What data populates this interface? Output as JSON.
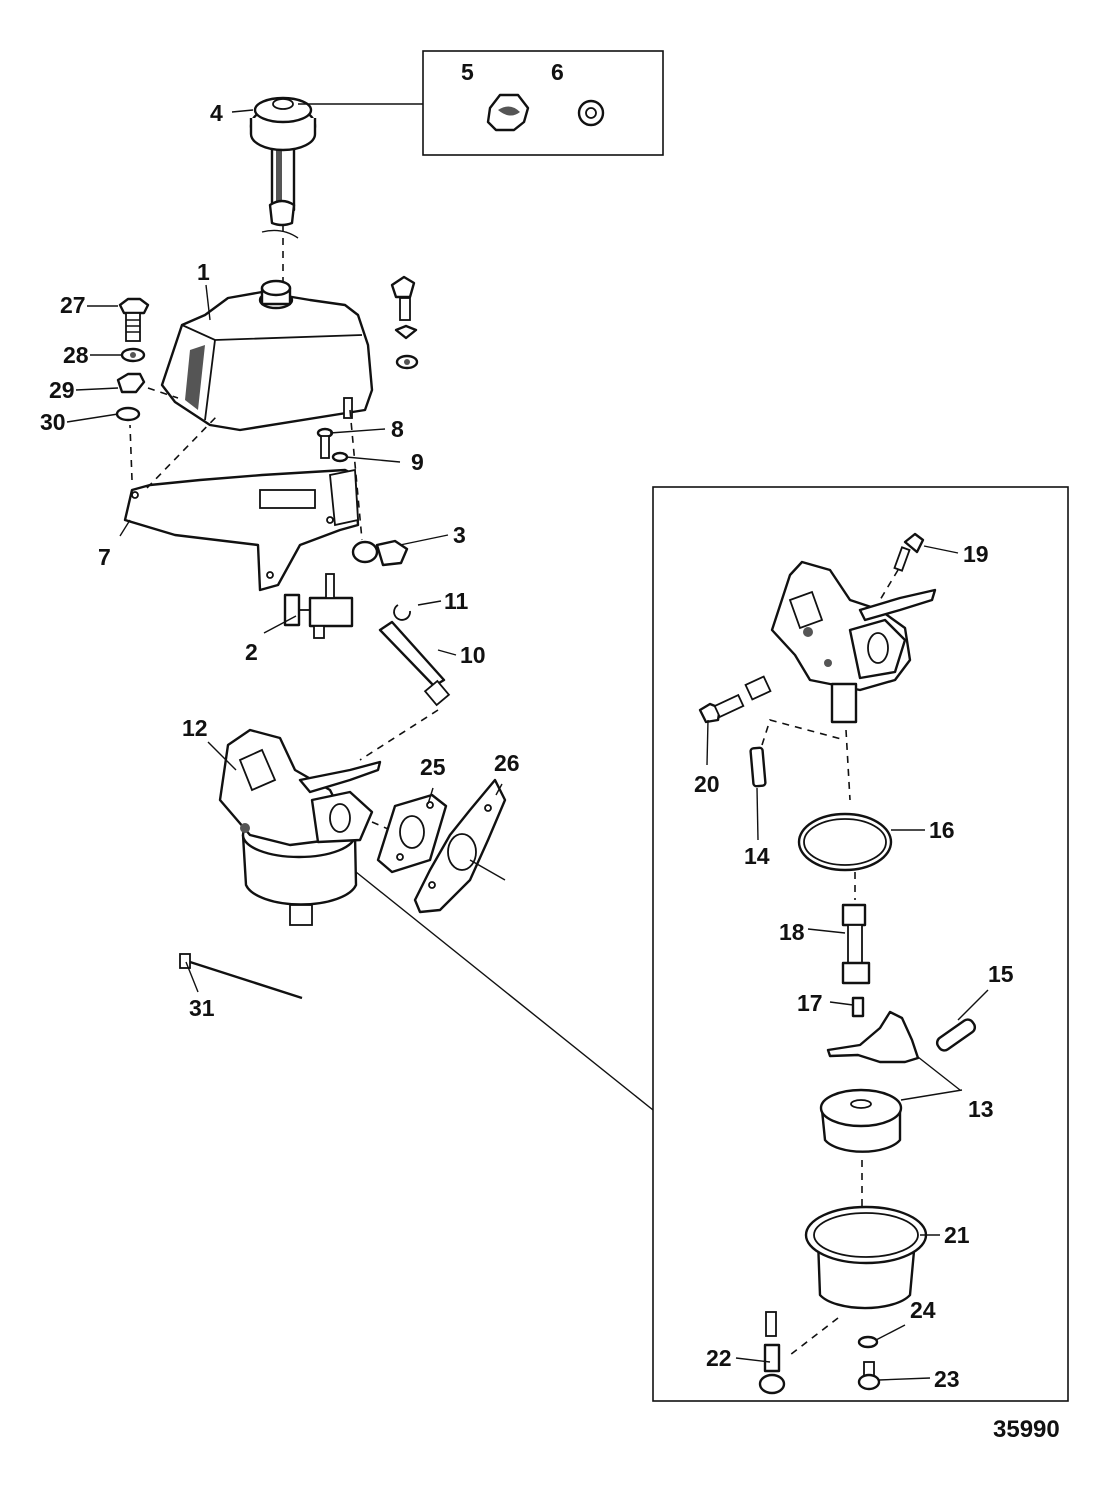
{
  "figure_number": "35990",
  "callouts": [
    "1",
    "2",
    "3",
    "4",
    "5",
    "6",
    "7",
    "8",
    "9",
    "10",
    "11",
    "12",
    "13",
    "14",
    "15",
    "16",
    "17",
    "18",
    "19",
    "20",
    "21",
    "22",
    "23",
    "24",
    "25",
    "26",
    "27",
    "28",
    "29",
    "30",
    "31"
  ]
}
